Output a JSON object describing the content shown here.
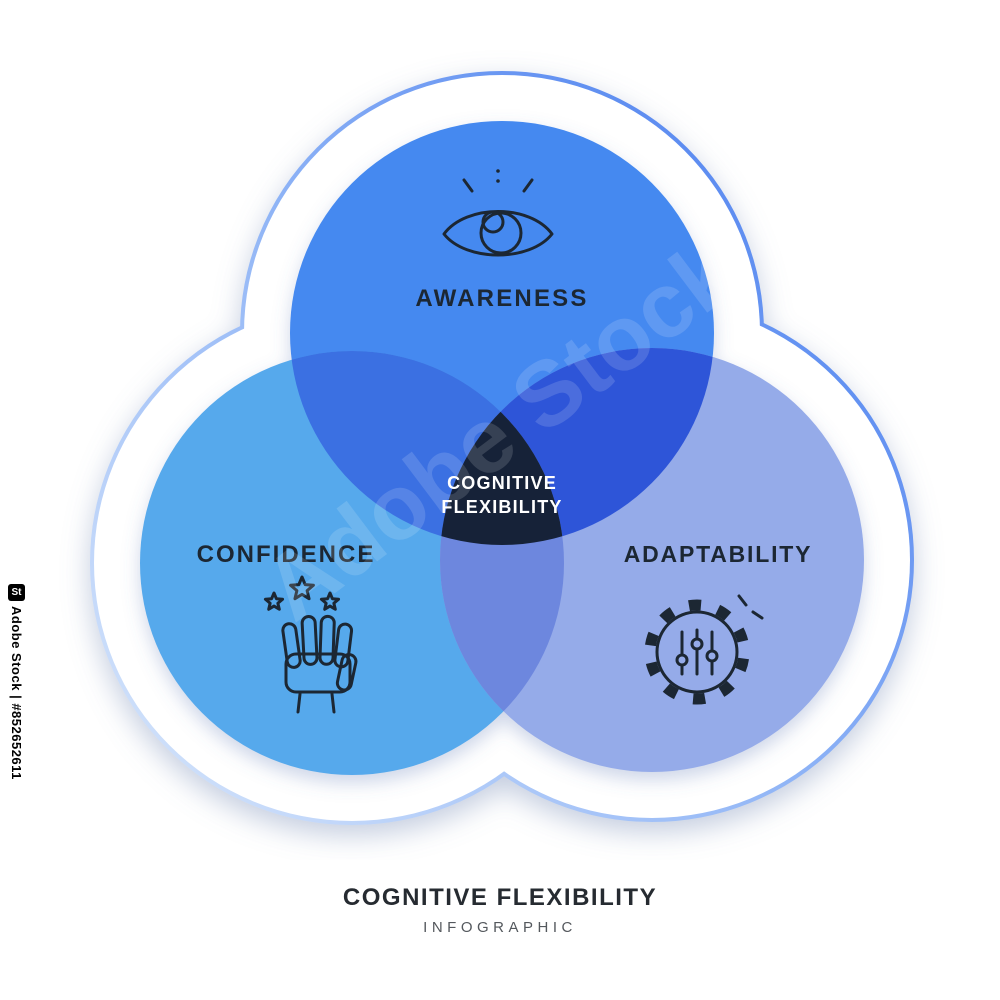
{
  "sections": {
    "awareness": {
      "label": "AWARENESS",
      "icon": "eye-icon"
    },
    "confidence": {
      "label": "CONFIDENCE",
      "icon": "fist-stars-icon"
    },
    "adaptability": {
      "label": "ADAPTABILITY",
      "icon": "gear-sliders-icon"
    }
  },
  "center": {
    "line1": "COGNITIVE",
    "line2": "FLEXIBILITY"
  },
  "footer": {
    "title": "COGNITIVE FLEXIBILITY",
    "subtitle": "INFOGRAPHIC"
  },
  "watermark": {
    "logo": "St",
    "text": "Adobe Stock | #852652611",
    "diagonal": "Adobe Stock"
  },
  "colors": {
    "circle_top": "#4489f0",
    "circle_left": "#57a9ec",
    "circle_right": "#95abe9",
    "overlap_top_left": "#3b6fe2",
    "overlap_top_right": "#2d55d8",
    "overlap_left_right": "#6d87de",
    "center": "#152238",
    "outline_start": "#d6e5fb",
    "outline_mid": "#8fb4f6",
    "outline_end": "#4479ee",
    "icon_stroke": "#1c2733",
    "label_text": "#1c2733",
    "center_text": "#ffffff"
  }
}
